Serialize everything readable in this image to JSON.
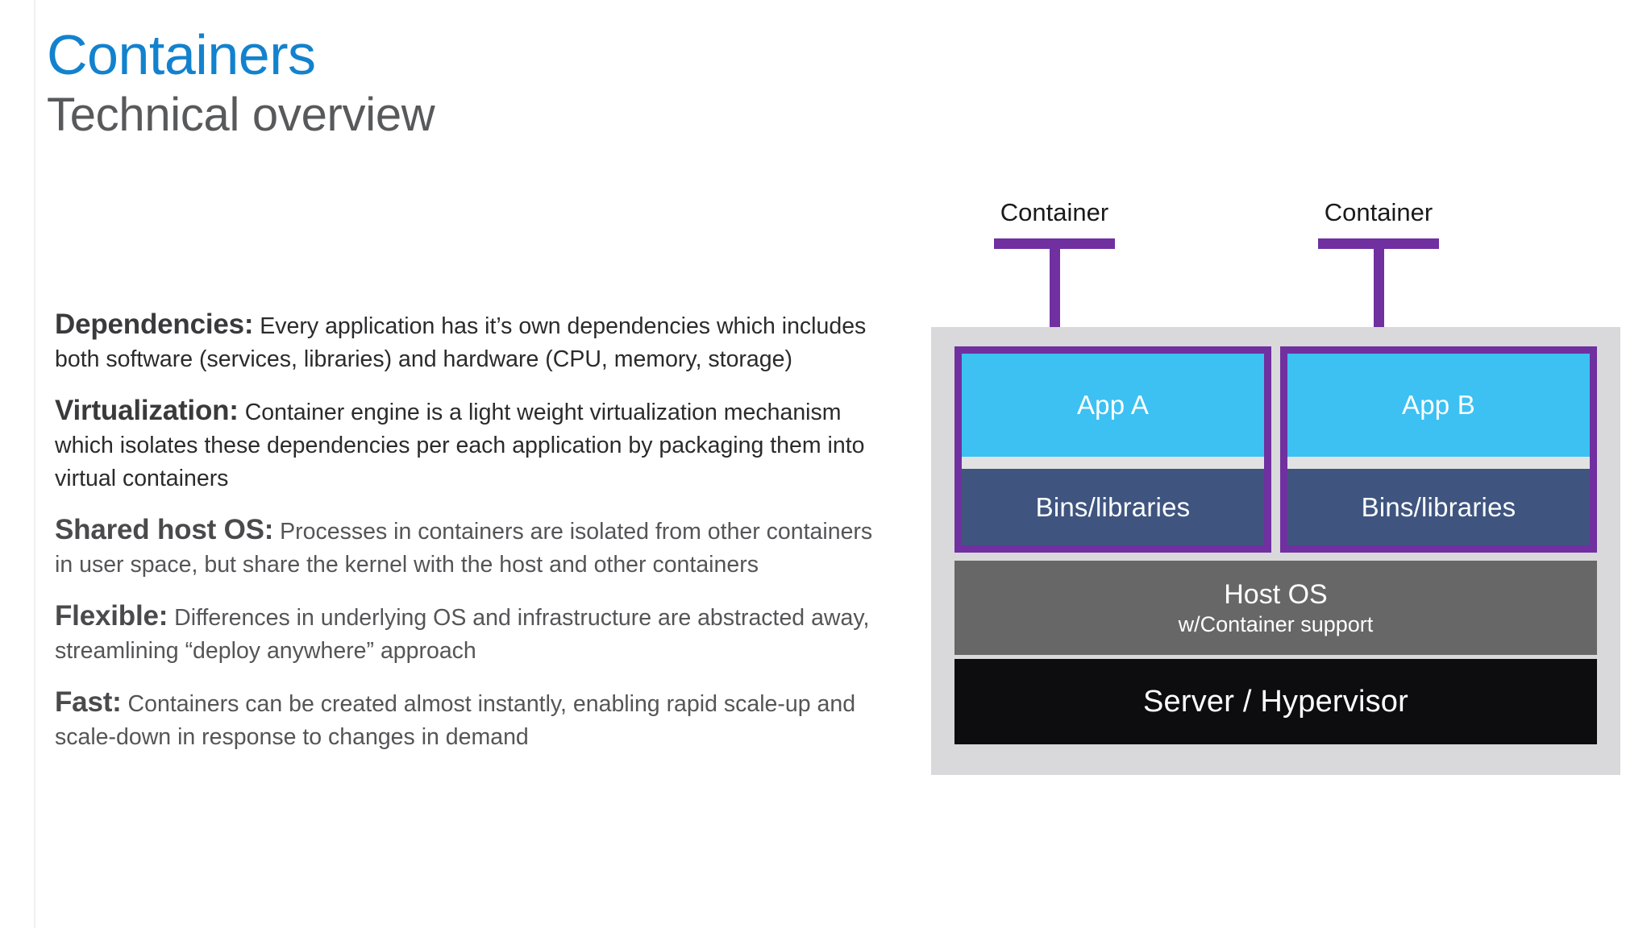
{
  "slide": {
    "title": "Containers",
    "subtitle": "Technical overview"
  },
  "body": {
    "paragraphs": [
      {
        "lead": "Dependencies:",
        "text": "Every application has it’s own dependencies which includes both software (services, libraries) and hardware (CPU, memory, storage)",
        "emphasis": "dark"
      },
      {
        "lead": "Virtualization:",
        "text": "Container engine is a light weight virtualization mechanism which isolates these dependencies per each application by packaging them into virtual containers",
        "emphasis": "dark"
      },
      {
        "lead": "Shared host OS:",
        "text": "Processes in containers are isolated from other containers in user space, but share the kernel with the host and other containers",
        "emphasis": "light"
      },
      {
        "lead": "Flexible:",
        "text": "Differences in underlying OS and infrastructure are abstracted away, streamlining “deploy anywhere” approach",
        "emphasis": "light"
      },
      {
        "lead": "Fast:",
        "text": "Containers can be created almost instantly, enabling rapid scale-up and scale-down in response to changes in demand",
        "emphasis": "light"
      }
    ]
  },
  "diagram": {
    "callouts": [
      {
        "label": "Container"
      },
      {
        "label": "Container"
      }
    ],
    "containers": [
      {
        "app": "App A",
        "bins": "Bins/libraries"
      },
      {
        "app": "App B",
        "bins": "Bins/libraries"
      }
    ],
    "host_os": {
      "title": "Host OS",
      "subtitle": "w/Container support"
    },
    "server": {
      "label": "Server / Hypervisor"
    },
    "colors": {
      "callout_connector": "#7030A0",
      "container_border": "#7030A0",
      "app_fill": "#3CC1F2",
      "bins_fill": "#3F557F",
      "host_os_fill": "#676767",
      "server_fill": "#0D0D0F",
      "panel_fill": "#D9D9DB",
      "title_accent": "#1382CE",
      "subtitle_color": "#58595B"
    }
  }
}
